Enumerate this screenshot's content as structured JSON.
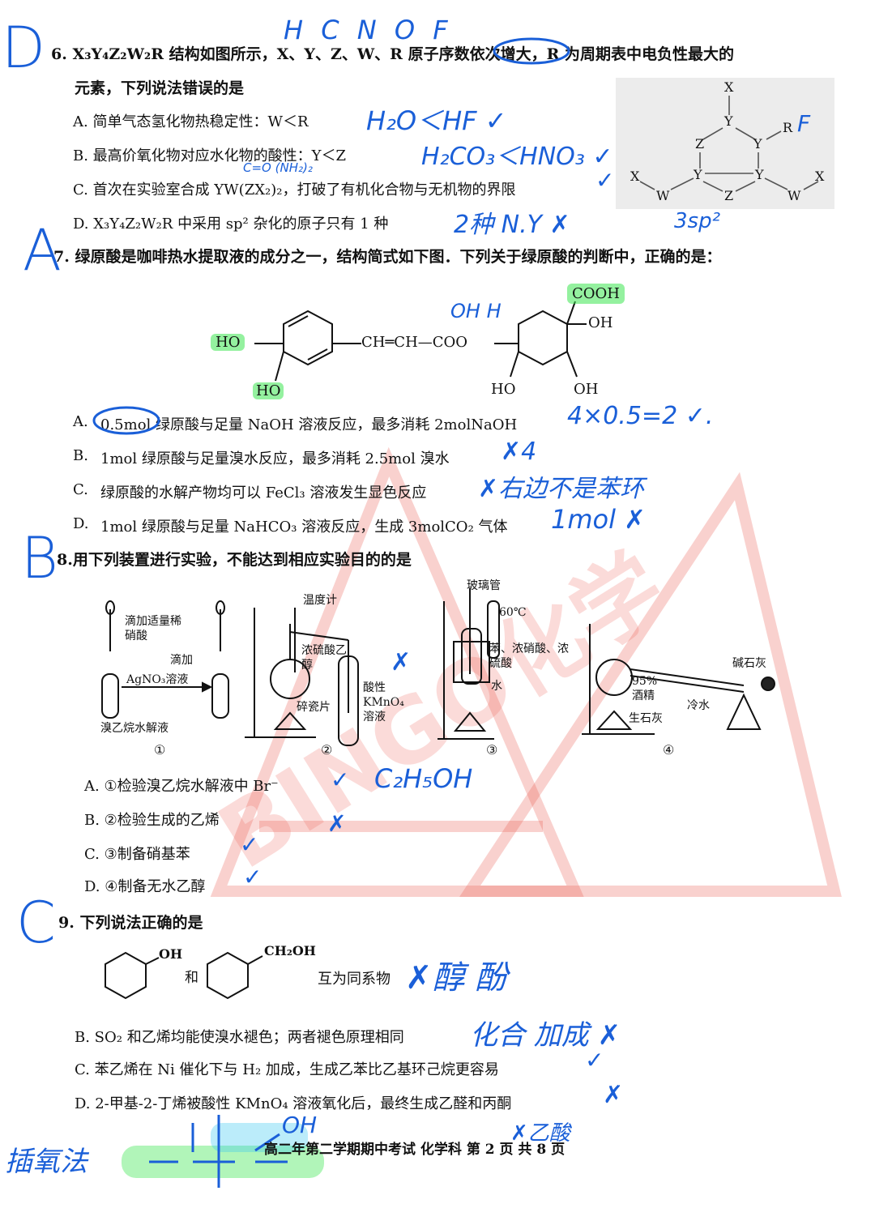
{
  "watermark": "BINGO化学",
  "grades": {
    "q6": "D",
    "q7": "A",
    "q8": "B",
    "q9": "C"
  },
  "q6": {
    "stem_line1": "6. X₃Y₄Z₂W₂R 结构如图所示，X、Y、Z、W、R 原子序数依次增大，R 为周期表中电负性最大的",
    "stem_line2": "元素，下列说法错误的是",
    "options": [
      "A. 简单气态氢化物热稳定性：W＜R",
      "B. 最高价氧化物对应水化物的酸性：Y＜Z",
      "C. 首次在实验室合成 YW(ZX₂)₂，打破了有机化合物与无机物的界限",
      "D. X₃Y₄Z₂W₂R 中采用 sp² 杂化的原子只有 1 种"
    ],
    "structure_atoms": {
      "x": "X",
      "y": "Y",
      "z": "Z",
      "w": "W",
      "r": "R"
    },
    "notes": {
      "elements": "H C N O F",
      "a": "H₂O＜HF ✓",
      "b": "H₂CO₃＜HNO₃ ✓",
      "c_top": "C=O (NH₂)₂",
      "c": "✓",
      "d": "2种 N.Y ✗",
      "rf": "F",
      "struct_note": "3sp²"
    }
  },
  "q7": {
    "stem": "7. 绿原酸是咖啡热水提取液的成分之一，结构简式如下图．下列关于绿原酸的判断中，正确的是：",
    "structure": {
      "ho1": "HO",
      "ho2": "HO",
      "chain": "CH═CH—COO",
      "cooh": "COOH",
      "oh1": "OH",
      "ho3": "HO",
      "oh2": "OH"
    },
    "options": [
      {
        "label": "A.",
        "text": "0.5mol 绿原酸与足量 NaOH 溶液反应，最多消耗 2molNaOH"
      },
      {
        "label": "B.",
        "text": "1mol 绿原酸与足量溴水反应，最多消耗 2.5mol 溴水"
      },
      {
        "label": "C.",
        "text": "绿原酸的水解产物均可以 FeCl₃ 溶液发生显色反应"
      },
      {
        "label": "D.",
        "text": "1mol 绿原酸与足量 NaHCO₃ 溶液反应，生成 3molCO₂ 气体"
      }
    ],
    "notes": {
      "a": "4×0.5=2 ✓.",
      "b": "✗4",
      "c": "✗右边不是苯环",
      "d": "1mol ✗",
      "oh_h": "OH  H"
    }
  },
  "q8": {
    "stem": "8.用下列装置进行实验，不能达到相应实验目的的是",
    "apparatus_labels": {
      "a1_reagent": "滴加适量稀硝酸",
      "a1_add": "滴加",
      "a1_agno3": "AgNO₃溶液",
      "a1_sample": "溴乙烷水解液",
      "a2_thermo": "温度计",
      "a2_reagent": "浓硫酸乙醇",
      "a2_chips": "碎瓷片",
      "a2_kmno4": "酸性KMnO₄溶液",
      "a3_tube": "玻璃管",
      "a3_temp": "60℃",
      "a3_reagent": "苯、浓硝酸、浓硫酸",
      "a3_water": "水",
      "a4_lime": "碱石灰",
      "a4_ethanol": "95%酒精",
      "a4_quicklime": "生石灰",
      "a4_water": "冷水"
    },
    "circled": [
      "①",
      "②",
      "③",
      "④"
    ],
    "options": [
      "A. ①检验溴乙烷水解液中 Br⁻",
      "B. ②检验生成的乙烯",
      "C. ③制备硝基苯",
      "D. ④制备无水乙醇"
    ],
    "notes": {
      "a": "✓",
      "b": "✗",
      "c": "✓",
      "d": "✓",
      "c2h5oh": "C₂H₅OH",
      "kmno4_x": "✗"
    }
  },
  "q9": {
    "stem": "9. 下列说法正确的是",
    "a_oh": "OH",
    "a_he": "和",
    "a_ch2oh": "CH₂OH",
    "a_text": "互为同系物",
    "options": [
      "B. SO₂ 和乙烯均能使溴水褪色；两者褪色原理相同",
      "C. 苯乙烯在 Ni 催化下与 H₂ 加成，生成乙苯比乙基环己烷更容易",
      "D. 2-甲基-2-丁烯被酸性 KMnO₄ 溶液氧化后，最终生成乙醛和丙酮"
    ],
    "notes": {
      "a": "✗醇 酚",
      "b": "化合 加成 ✗",
      "c": "✓",
      "d": "✗",
      "d2": "✗乙酸",
      "method": "插氧法",
      "oh": "OH"
    }
  },
  "footer": "高二年第二学期期中考试 化学科 第 2 页 共 8 页"
}
